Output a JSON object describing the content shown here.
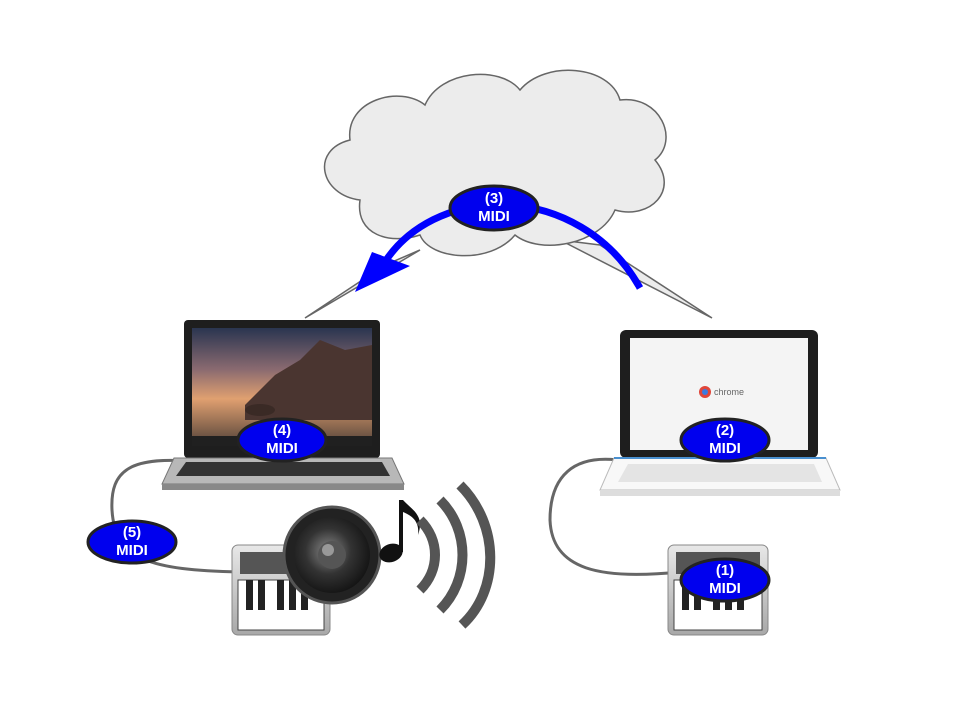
{
  "labels": {
    "step1": {
      "num": "(1)",
      "text": "MIDI"
    },
    "step2": {
      "num": "(2)",
      "text": "MIDI"
    },
    "step3": {
      "num": "(3)",
      "text": "MIDI"
    },
    "step4": {
      "num": "(4)",
      "text": "MIDI"
    },
    "step5": {
      "num": "(5)",
      "text": "MIDI"
    }
  },
  "screen": {
    "chrome_logo_text": "chrome"
  },
  "colors": {
    "label_fill": "#0000ee",
    "label_outline": "#222222",
    "arrow": "#0000ff",
    "cloud_fill": "#ececec",
    "cable": "#666666"
  },
  "icons": [
    "cloud-icon",
    "laptop-icon",
    "chromebook-icon",
    "midi-keyboard-icon",
    "speaker-icon",
    "music-note-icon",
    "sound-waves-icon",
    "arrow-icon"
  ]
}
